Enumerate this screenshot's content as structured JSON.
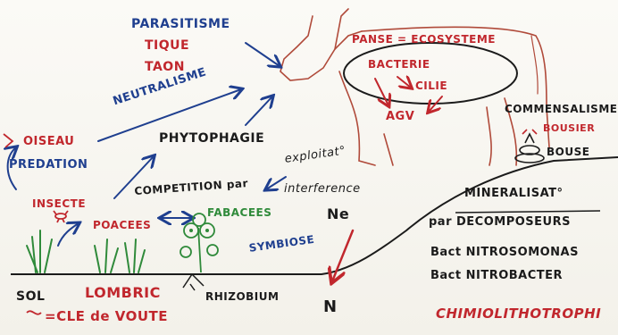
{
  "colors": {
    "blue": "#1f3f8f",
    "red": "#c1272d",
    "green": "#2f8a3a",
    "black": "#1b1b1b",
    "paper": "#f7f5f0"
  },
  "labels": {
    "parasitisme": "PARASITISME",
    "tique": "TIQUE",
    "taon": "TAON",
    "panse": "PANSE = ECOSYSTEME",
    "bacterie": "BACTERIE",
    "cilie": "CILIE",
    "agv": "AGV",
    "neutralisme": "NEUTRALISME",
    "commensalisme": "COMMENSALISME",
    "bousier": "BOUSIER",
    "bouse": "BOUSE",
    "oiseau": "OISEAU",
    "predation": "PREDATION",
    "phytophagie": "PHYTOPHAGIE",
    "exploitation": "exploitat°",
    "competition": "COMPETITION par",
    "interference": "interference",
    "insecte": "INSECTE",
    "poacees": "POACEES",
    "fabacees": "FABACEES",
    "ne": "Ne",
    "symbiose": "SYMBIOSE",
    "mineralisat": "MINERALISAT°",
    "decomposeurs": "par DECOMPOSEURS",
    "nitrosomonas": "Bact NITROSOMONAS",
    "nitrobacter": "Bact NITROBACTER",
    "sol": "SOL",
    "lombric": "LOMBRIC",
    "rhizobium": "RHIZOBIUM",
    "n": "N",
    "cle_de_voute": "=CLE de VOUTE",
    "chimiolithotrophie": "CHIMIOLITHOTROPHI"
  },
  "icons": [
    "cow-outline",
    "grass-tufts",
    "clover-plant",
    "insect",
    "bird-beak",
    "dung-pile",
    "arrows"
  ]
}
